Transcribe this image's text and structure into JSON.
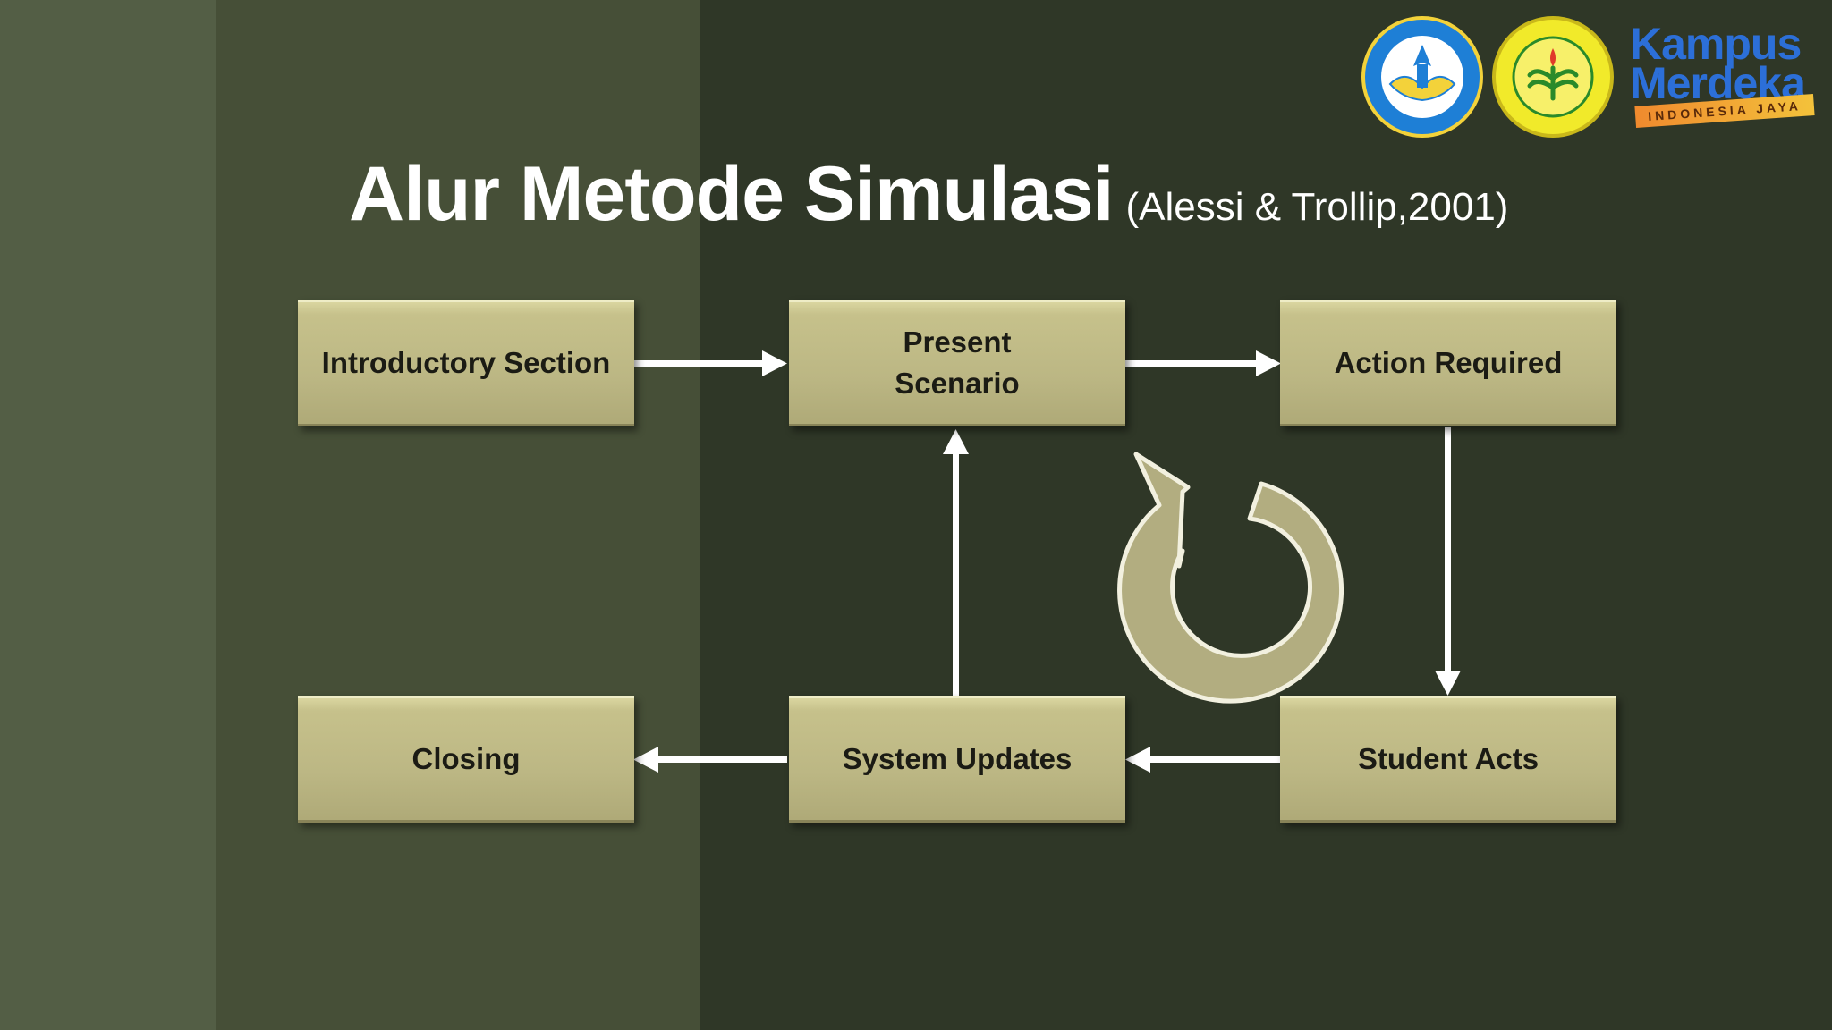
{
  "slide": {
    "title": "Alur Metode Simulasi",
    "reference": "(Alessi & Trollip,2001)"
  },
  "flow": {
    "nodes": [
      {
        "id": "introductory",
        "label_lines": [
          "Introductory Section"
        ]
      },
      {
        "id": "present",
        "label_lines": [
          "Present",
          "Scenario"
        ]
      },
      {
        "id": "action",
        "label_lines": [
          "Action Required"
        ]
      },
      {
        "id": "student",
        "label_lines": [
          "Student Acts"
        ]
      },
      {
        "id": "system",
        "label_lines": [
          "System Updates"
        ]
      },
      {
        "id": "closing",
        "label_lines": [
          "Closing"
        ]
      }
    ],
    "edges": [
      {
        "from": "introductory",
        "to": "present"
      },
      {
        "from": "present",
        "to": "action"
      },
      {
        "from": "action",
        "to": "student"
      },
      {
        "from": "student",
        "to": "system"
      },
      {
        "from": "system",
        "to": "present"
      },
      {
        "from": "system",
        "to": "closing"
      }
    ],
    "cycle_icon": "circular-refresh-arrow-icon"
  },
  "logos": {
    "left_emblem_icon": "tut-wuri-handayani-emblem-icon",
    "middle_emblem_icon": "universitas-negeri-jakarta-emblem-icon",
    "brand_line1": "Kampus",
    "brand_line2": "Merdeka",
    "brand_tagline": "INDONESIA JAYA"
  },
  "colors": {
    "node_fill": "#bcb784",
    "arrow": "#ffffff",
    "cycle_fill": "#b2ad80"
  }
}
